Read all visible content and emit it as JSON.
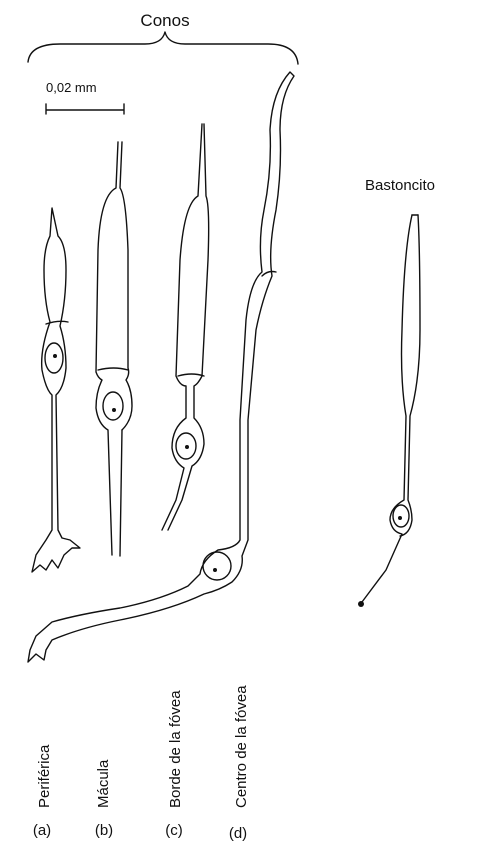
{
  "header": {
    "group_label": "Conos"
  },
  "scale_bar": {
    "label": "0,02 mm"
  },
  "rod": {
    "label": "Bastoncito"
  },
  "cones": [
    {
      "name": "Periférica",
      "letter": "(a)"
    },
    {
      "name": "Mácula",
      "letter": "(b)"
    },
    {
      "name": "Borde de la fóvea",
      "letter": "(c)"
    },
    {
      "name": "Centro de la fóvea",
      "letter": "(d)"
    }
  ]
}
